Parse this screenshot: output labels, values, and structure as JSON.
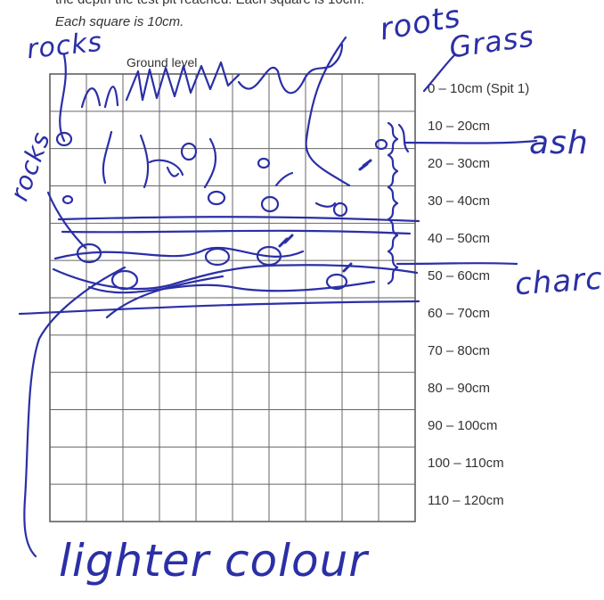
{
  "document": {
    "instruction_partial": "the depth the test pit reached. Each square is 10cm.",
    "caption": "Each square is 10cm.",
    "ground_label": "Ground level",
    "depths": [
      "0 – 10cm (Spit 1)",
      "10 – 20cm",
      "20 – 30cm",
      "30 – 40cm",
      "40 – 50cm",
      "50 – 60cm",
      "60 – 70cm",
      "70 – 80cm",
      "80 – 90cm",
      "90 – 100cm",
      "100 – 110cm",
      "110 – 120cm"
    ]
  },
  "annotations": {
    "rocks_top": "rocks",
    "rocks_side": "rocks",
    "roots": "roots",
    "grass": "Grass",
    "ash": "ash",
    "charc": "charc",
    "lighter": "lighter colour"
  },
  "colors": {
    "ink": "#2b2fa6",
    "grid": "#555555"
  }
}
